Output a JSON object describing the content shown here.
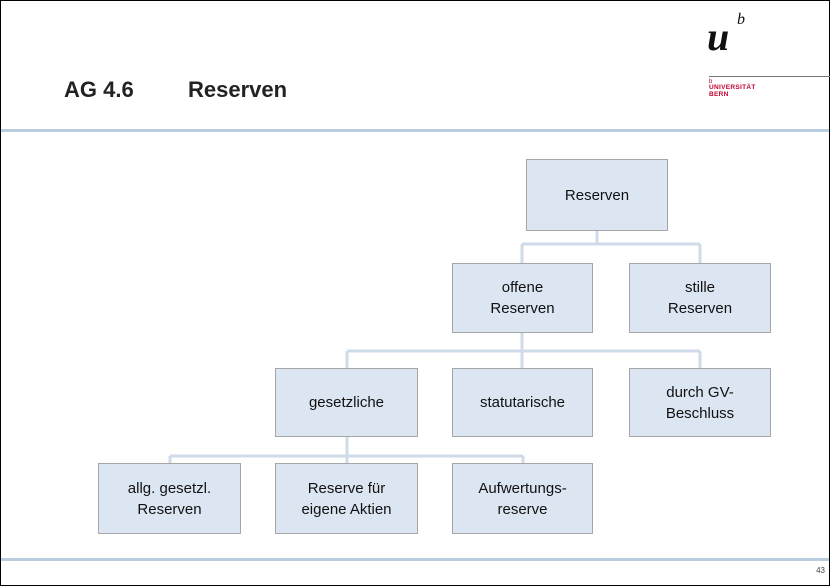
{
  "slide": {
    "number": "AG 4.6",
    "title": "Reserven",
    "page_number": "43"
  },
  "logo": {
    "letter": "u",
    "superscript": "b",
    "small_mark": "b",
    "line1": "UNIVERSITÄT",
    "line2": "BERN",
    "accent_color": "#c4002f"
  },
  "diagram": {
    "root": "Reserven",
    "level1": [
      "offene\nReserven",
      "stille\nReserven"
    ],
    "level2": [
      "gesetzliche",
      "statutarische",
      "durch GV-\nBeschluss"
    ],
    "level3": [
      "allg. gesetzl.\nReserven",
      "Reserve für\neigene Aktien",
      "Aufwertungs-\nreserve"
    ],
    "box_fill": "#dce6f2",
    "connector_color": "#cfdbe8"
  }
}
